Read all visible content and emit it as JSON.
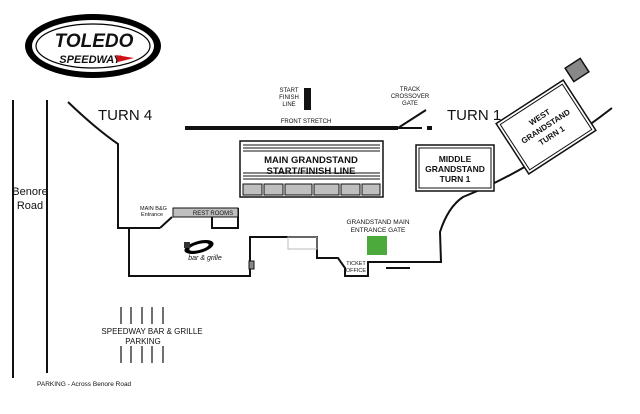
{
  "logo": {
    "line1": "TOLEDO",
    "line2": "SPEEDWAY"
  },
  "labels": {
    "turn4": "TURN 4",
    "turn1": "TURN 1",
    "benore_road": [
      "Benore",
      "Road"
    ],
    "start_finish": [
      "START",
      "FINISH",
      "LINE"
    ],
    "track_crossover": [
      "TRACK",
      "CROSSOVER",
      "GATE"
    ],
    "front_stretch": "FRONT STRETCH",
    "main_grandstand": [
      "MAIN GRANDSTAND",
      "START/FINISH LINE"
    ],
    "middle_grandstand": [
      "MIDDLE",
      "GRANDSTAND",
      "TURN 1"
    ],
    "west_grandstand": [
      "WEST",
      "GRANDSTAND",
      "TURN 1"
    ],
    "main_bg_entrance": [
      "MAIN B&G",
      "Entrance"
    ],
    "rest_rooms": "REST ROOMS",
    "grandstand_gate": [
      "GRANDSTAND MAIN",
      "ENTRANCE GATE"
    ],
    "ticket_office": [
      "TICKET",
      "OFFICE"
    ],
    "bar_grille_logo": "bar & grille",
    "parking_lot": [
      "SPEEDWAY BAR & GRILLE",
      "PARKING"
    ],
    "parking_note": "PARKING - Across Benore Road"
  },
  "colors": {
    "gate_green": "#4caa3c",
    "ink": "#111111",
    "stand_fill": "#bfbfbf",
    "logo_red": "#d0111b"
  }
}
